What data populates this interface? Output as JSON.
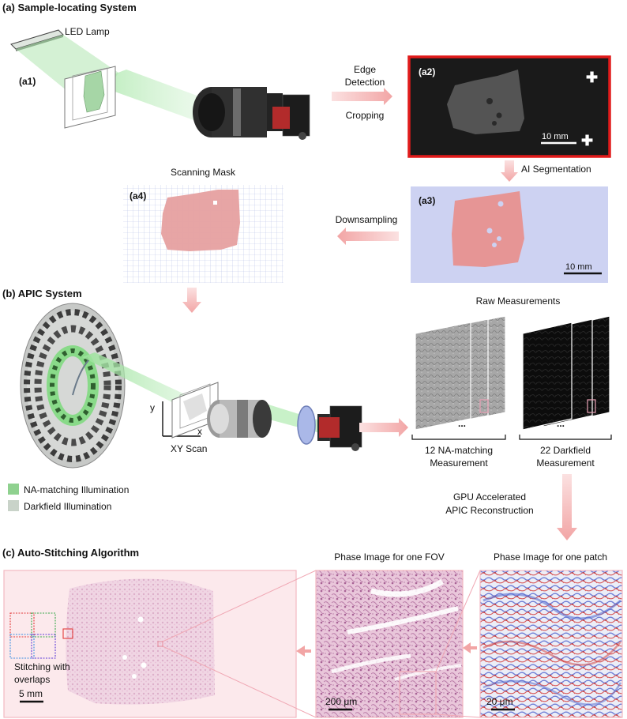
{
  "section_a": {
    "title": "(a) Sample-locating System",
    "led_label": "LED Lamp",
    "a1": "(a1)",
    "a2": "(a2)",
    "a3": "(a3)",
    "a4": "(a4)",
    "edge_detection": [
      "Edge",
      "Detection"
    ],
    "cropping": "Cropping",
    "ai_segmentation": "AI Segmentation",
    "downsampling": "Downsampling",
    "scanning_mask": "Scanning Mask",
    "scale_a2": "10 mm",
    "scale_a3": "10 mm"
  },
  "section_b": {
    "title": "(b) APIC System",
    "axis_y": "y",
    "axis_x": "x",
    "xy_scan": "XY Scan",
    "legend": [
      {
        "label": "NA-matching  Illumination",
        "color": "#8fd18f"
      },
      {
        "label": "Darkfield Illumination",
        "color": "#c9d3c9"
      }
    ],
    "raw_measurements": "Raw Measurements",
    "na_stack": [
      "12 NA-matching",
      "Measurement"
    ],
    "df_stack": [
      "22 Darkfield",
      "Measurement"
    ],
    "ellipsis": "...",
    "gpu": [
      "GPU Accelerated",
      "APIC Reconstruction"
    ]
  },
  "section_c": {
    "title": "(c)  Auto-Stitching Algorithm",
    "fov_title": "Phase Image  for one FOV",
    "patch_title": "Phase Image  for one patch",
    "stitch_label": [
      "Stitching with",
      "overlaps"
    ],
    "scale_left": "5 mm",
    "scale_fov": "200 μm",
    "scale_patch": "20 μm"
  }
}
